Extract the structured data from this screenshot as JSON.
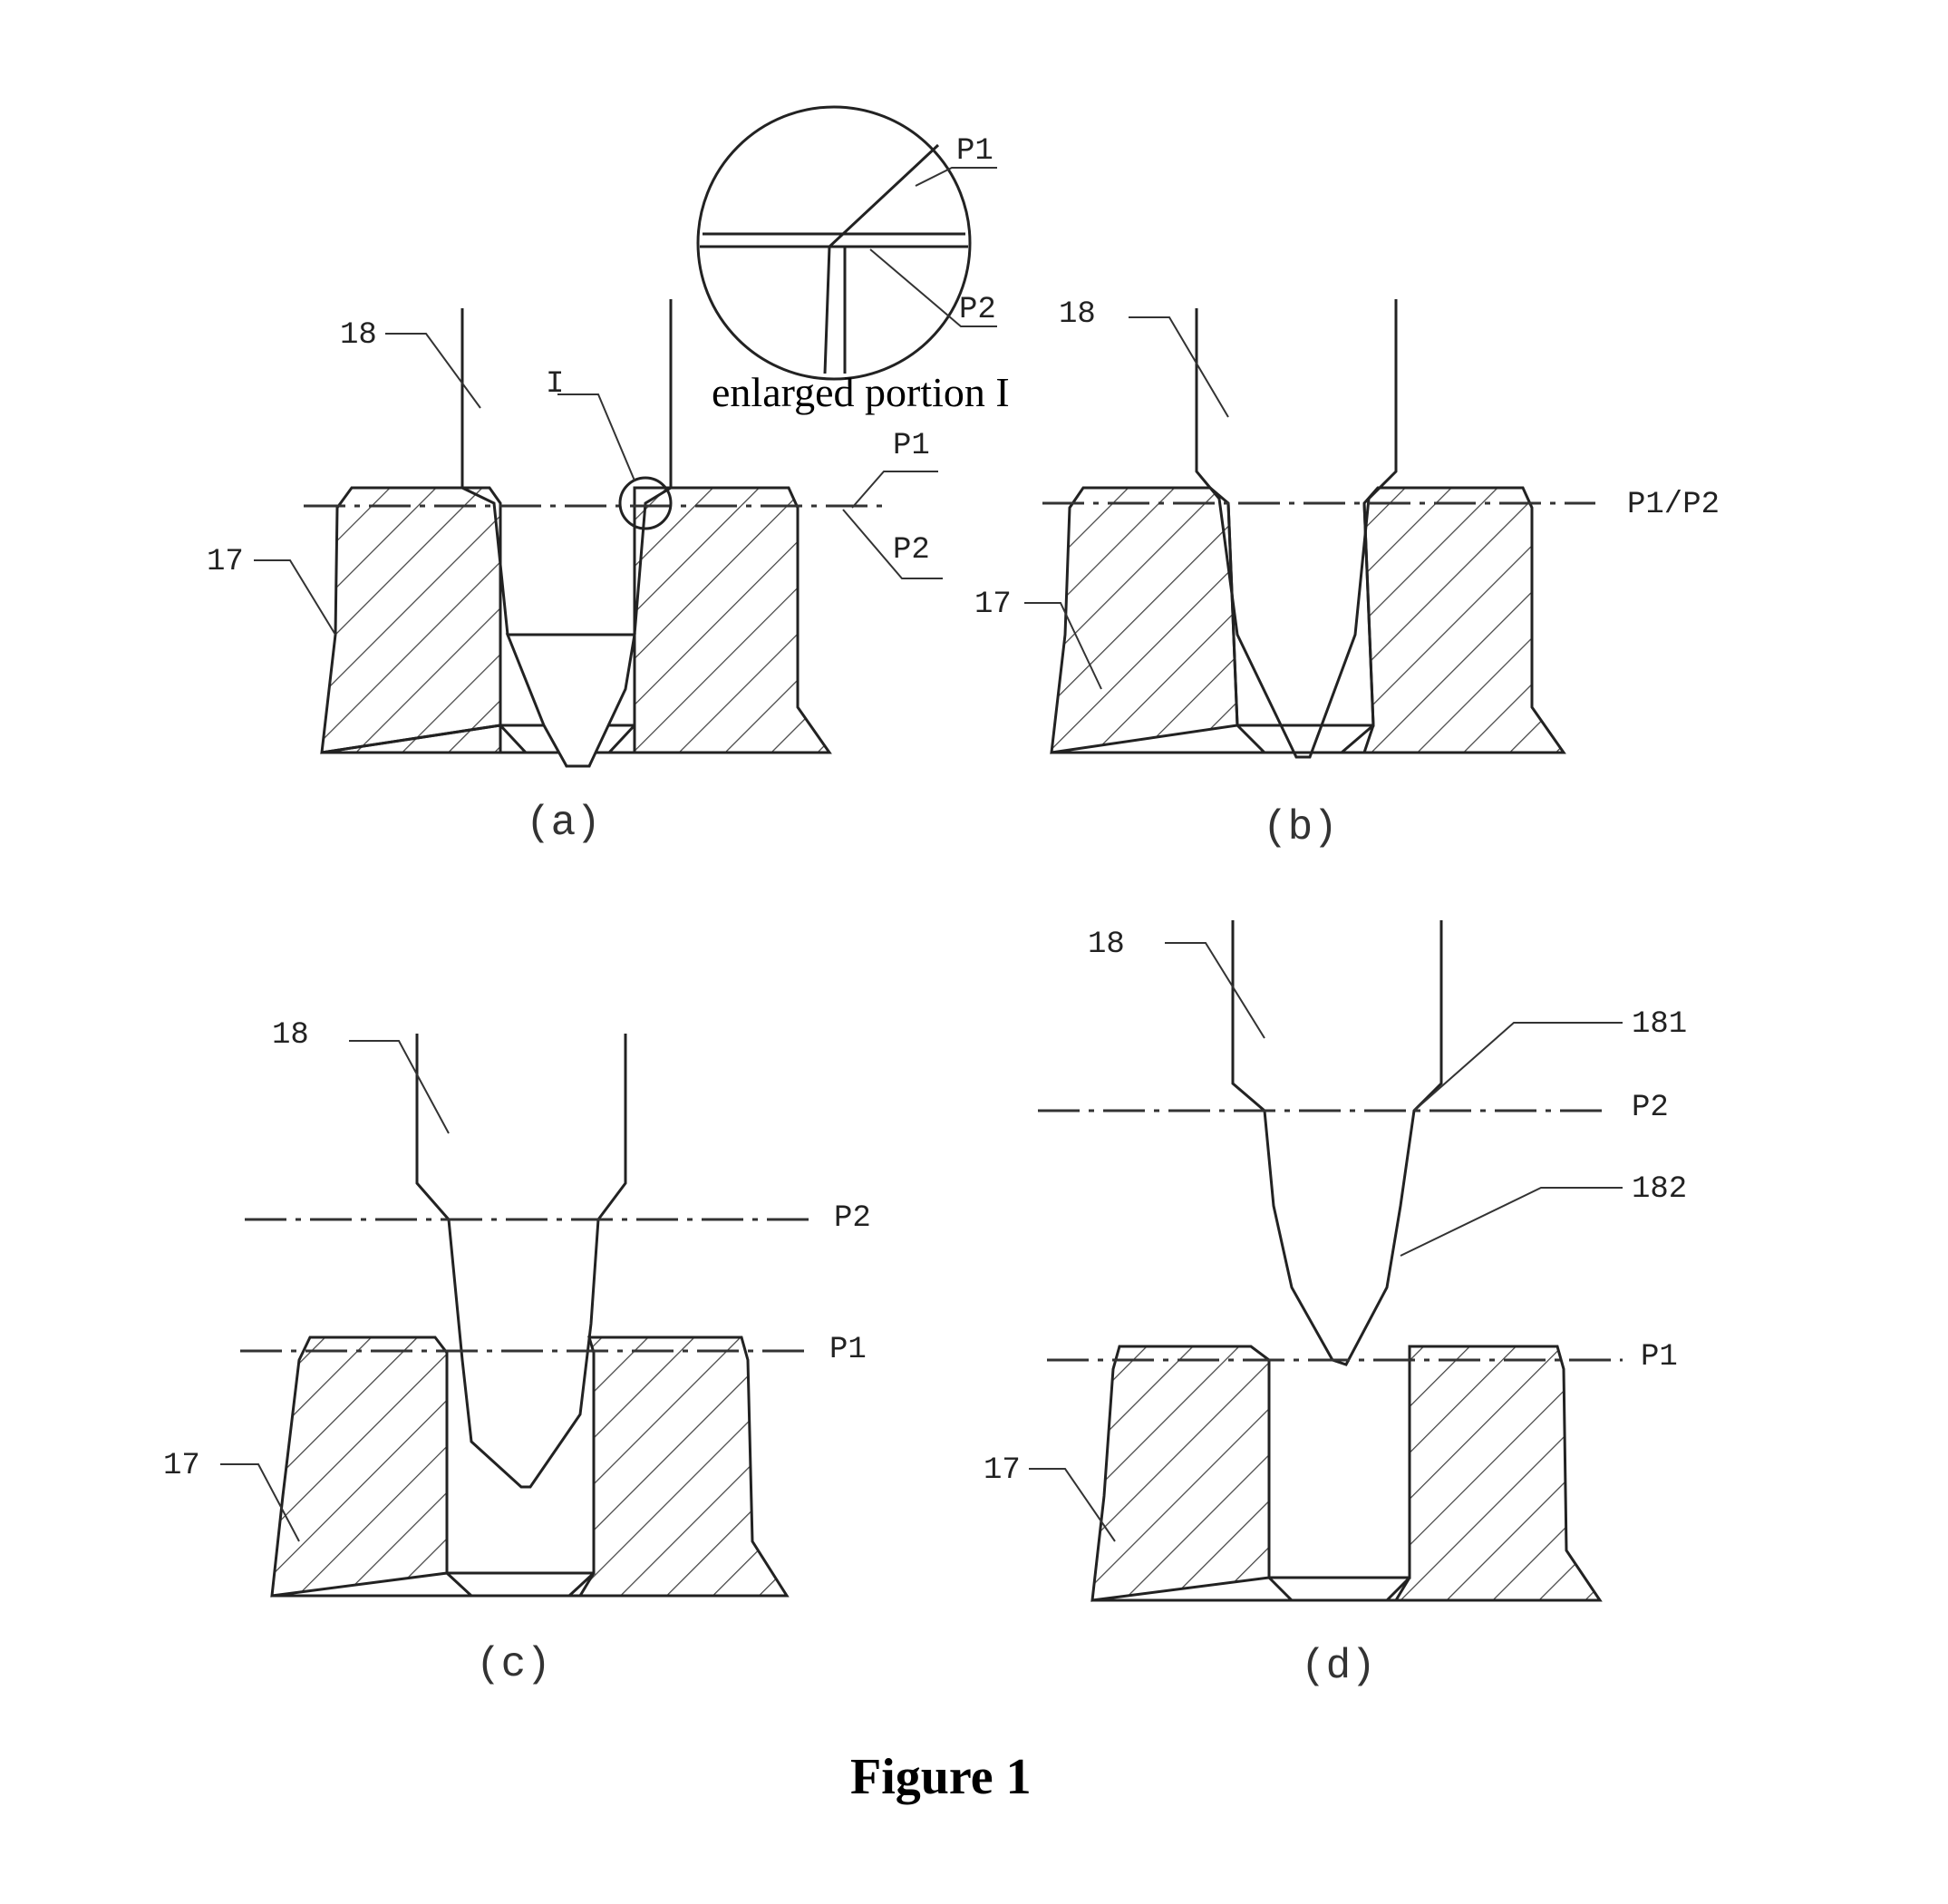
{
  "figure_title": "Figure 1",
  "enlarged_caption": "enlarged portion I",
  "panels": {
    "a": {
      "caption": "(a)",
      "label_tool": "18",
      "label_body": "17",
      "label_I": "I",
      "label_p1": "P1",
      "label_p2": "P2"
    },
    "b": {
      "caption": "(b)",
      "label_tool": "18",
      "label_body": "17",
      "label_p1p2": "P1/P2"
    },
    "c": {
      "caption": "(c)",
      "label_tool": "18",
      "label_body": "17",
      "label_p1": "P1",
      "label_p2": "P2"
    },
    "d": {
      "caption": "(d)",
      "label_tool": "18",
      "label_body": "17",
      "label_181": "181",
      "label_182": "182",
      "label_p1": "P1",
      "label_p2": "P2"
    }
  },
  "enlarged": {
    "label_p1": "P1",
    "label_p2": "P2"
  }
}
